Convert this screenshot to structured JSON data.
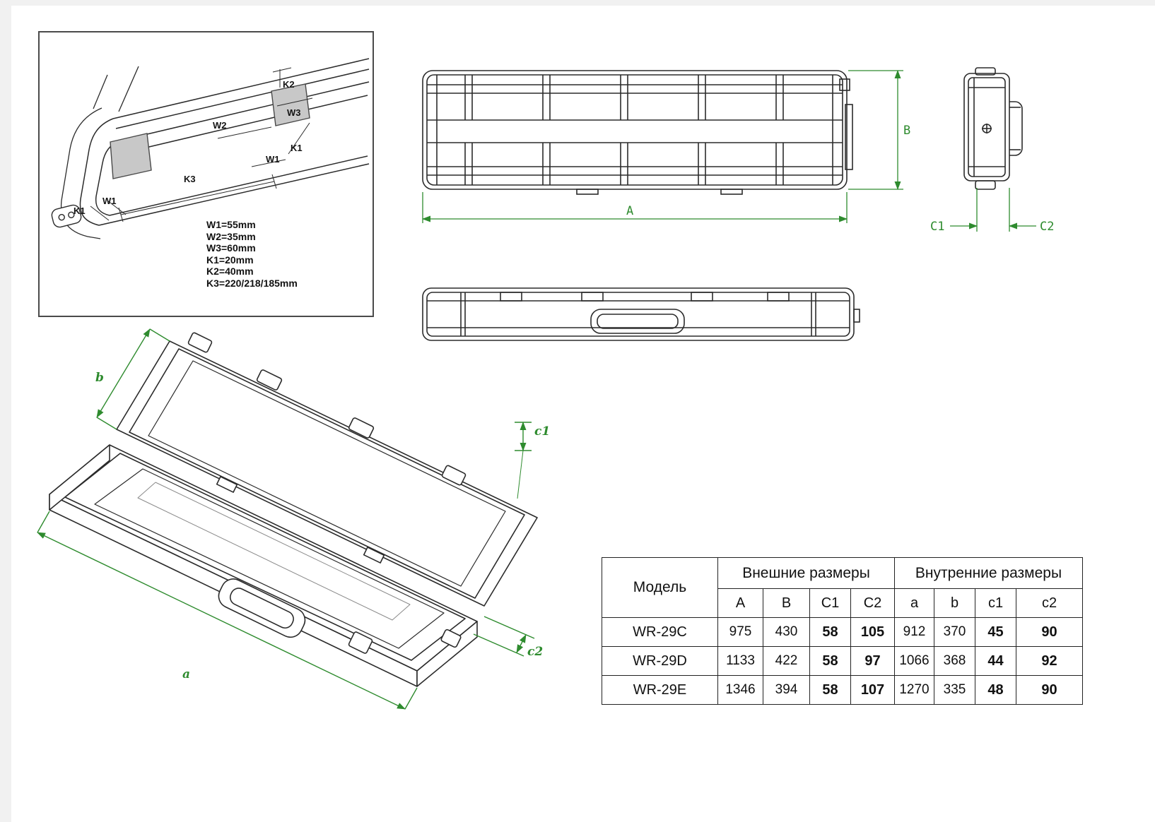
{
  "colors": {
    "line": "#2b2b2b",
    "dimension": "#2e8b2e",
    "foam": "#c8c8c8",
    "background": "#ffffff"
  },
  "inset": {
    "callouts": {
      "k2": "K2",
      "w3": "W3",
      "w2": "W2",
      "w1_right": "W1",
      "k1_right": "K1",
      "k3": "K3",
      "w1_left": "W1",
      "k1_left": "K1"
    },
    "legend": [
      "W1=55mm",
      "W2=35mm",
      "W3=60mm",
      "K1=20mm",
      "K2=40mm",
      "K3=220/218/185mm"
    ]
  },
  "front_view": {
    "dim_width": "A",
    "dim_height": "B"
  },
  "side_view": {
    "dim_c1": "C1",
    "dim_c2": "C2"
  },
  "iso_view": {
    "dim_length": "a",
    "dim_depth": "b",
    "dim_c1": "c1",
    "dim_c2": "c2"
  },
  "table": {
    "model_header": "Модель",
    "group_headers": {
      "external": "Внешние размеры",
      "internal": "Внутренние размеры"
    },
    "columns": {
      "external": [
        "A",
        "B",
        "C1",
        "C2"
      ],
      "internal": [
        "a",
        "b",
        "c1",
        "c2"
      ]
    },
    "rows": [
      {
        "model": "WR-29C",
        "values": [
          "975",
          "430",
          "58",
          "105",
          "912",
          "370",
          "45",
          "90"
        ]
      },
      {
        "model": "WR-29D",
        "values": [
          "1133",
          "422",
          "58",
          "97",
          "1066",
          "368",
          "44",
          "92"
        ]
      },
      {
        "model": "WR-29E",
        "values": [
          "1346",
          "394",
          "58",
          "107",
          "1270",
          "335",
          "48",
          "90"
        ]
      }
    ]
  }
}
